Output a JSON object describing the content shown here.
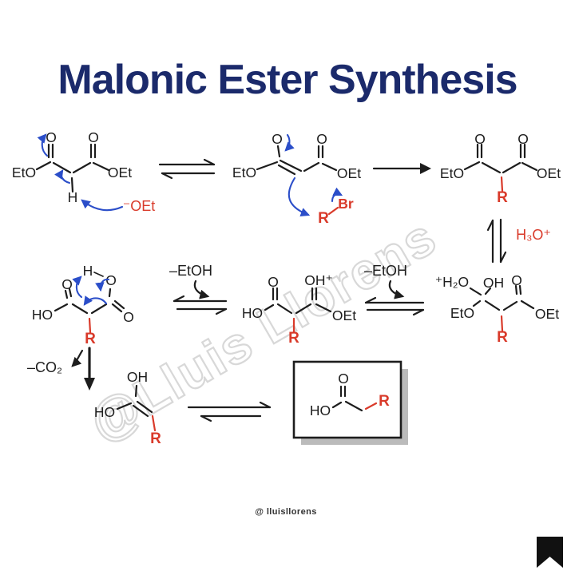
{
  "title": "Malonic Ester Synthesis",
  "watermark": "@Lluis Llorens",
  "footer": {
    "handle": "@ lluisllorens"
  },
  "colors": {
    "title_navy": "#1b2a6b",
    "bond_black": "#1d1d1d",
    "accent_red": "#d93a2a",
    "arrow_blue": "#2b4ec9",
    "watermark_gray": "#d8d8d8"
  },
  "labels": {
    "s1": {
      "eto": "EtO",
      "o1": "O",
      "o2": "O",
      "oet": "OEt",
      "h": "H"
    },
    "base": "⁻OEt",
    "s2": {
      "eto": "EtO",
      "o1": "O",
      "o2": "O",
      "oet": "OEt"
    },
    "alkyl": {
      "r": "R",
      "br": "Br"
    },
    "s3": {
      "eto": "EtO",
      "o1": "O",
      "o2": "O",
      "oet": "OEt",
      "r": "R"
    },
    "hydronium": "H₃O⁺",
    "s4": {
      "h2o": "⁺H₂O",
      "oh": "OH",
      "o": "O",
      "eto": "EtO",
      "oet": "OEt",
      "r": "R"
    },
    "minus_etoh": "–EtOH",
    "s5": {
      "o": "O",
      "oh": "OH⁺",
      "ho": "HO",
      "oet": "OEt",
      "r": "R"
    },
    "s6": {
      "h": "H",
      "o1": "O",
      "o2": "O",
      "o3": "O",
      "ho": "HO",
      "r": "R"
    },
    "minus_co2": "–CO₂",
    "s7": {
      "oh": "OH",
      "ho": "HO",
      "r": "R"
    },
    "s8": {
      "o": "O",
      "ho": "HO",
      "r": "R"
    }
  }
}
